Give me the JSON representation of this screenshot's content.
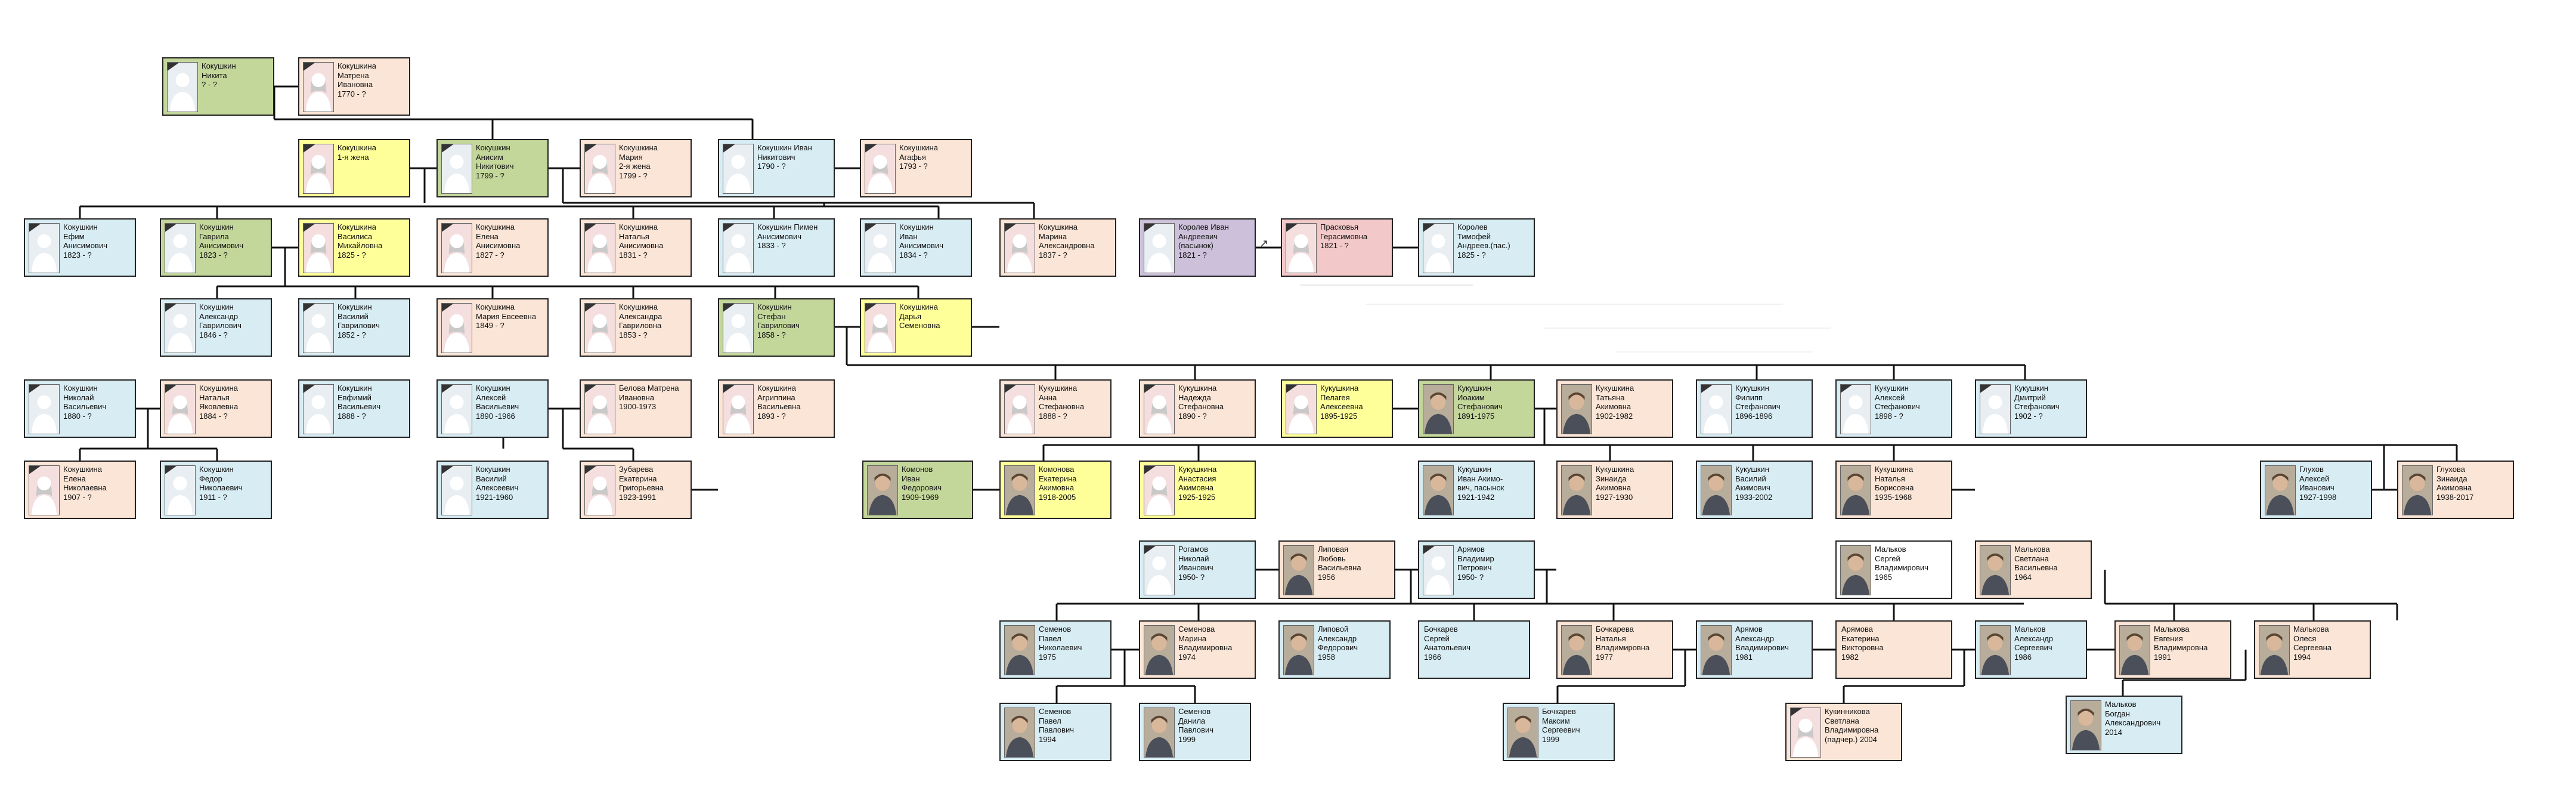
{
  "palette": {
    "male": "#d7ecf3",
    "female": "#fbe5d6",
    "direct_line": "#c4d79b",
    "spouse": "#ffff99",
    "purple": "#ccc0da",
    "rose": "#f2c8c8"
  },
  "people": [
    {
      "id": "p1",
      "color": "green",
      "photo": "silhouette",
      "lines": [
        "Кокушкин",
        "Никита",
        "? - ?"
      ]
    },
    {
      "id": "p2",
      "color": "pink",
      "photo": "silhouette-f",
      "lines": [
        "Кокушкина",
        "Матрена",
        "Ивановна",
        "1770 - ?"
      ]
    },
    {
      "id": "p3",
      "color": "yellow",
      "photo": "silhouette-f",
      "lines": [
        "Кокушкина",
        "1-я жена"
      ]
    },
    {
      "id": "p4",
      "color": "green",
      "photo": "silhouette",
      "lines": [
        "Кокушкин",
        "Анисим",
        "Никитович",
        "1799 - ?"
      ]
    },
    {
      "id": "p5",
      "color": "pink",
      "photo": "silhouette-f",
      "lines": [
        "Кокушкина",
        "Мария",
        "2-я жена",
        "1799 - ?"
      ]
    },
    {
      "id": "p6",
      "color": "blue",
      "photo": "silhouette",
      "lines": [
        "Кокушкин   Иван",
        "Никитович",
        "1790 - ?"
      ]
    },
    {
      "id": "p7",
      "color": "pink",
      "photo": "silhouette-f",
      "lines": [
        "Кокушкина",
        "Агафья",
        "1793 - ?"
      ]
    },
    {
      "id": "p8",
      "color": "blue",
      "photo": "silhouette",
      "lines": [
        "Кокушкин",
        "Ефим",
        "Анисимович",
        "1823 - ?"
      ]
    },
    {
      "id": "p9",
      "color": "green",
      "photo": "silhouette",
      "lines": [
        "Кокушкин",
        "Гаврила",
        "Анисимович",
        "1823 - ?"
      ]
    },
    {
      "id": "p10",
      "color": "yellow",
      "photo": "silhouette-f",
      "lines": [
        "Кокушкина",
        "Василиса",
        "Михайловна",
        "1825 - ?"
      ]
    },
    {
      "id": "p11",
      "color": "pink",
      "photo": "silhouette-f",
      "lines": [
        "Кокушкина",
        "Елена",
        "Анисимовна",
        "1827 - ?"
      ]
    },
    {
      "id": "p12",
      "color": "pink",
      "photo": "silhouette-f",
      "lines": [
        "Кокушкина",
        "Наталья",
        "Анисимовна",
        "1831 - ?"
      ]
    },
    {
      "id": "p13",
      "color": "blue",
      "photo": "silhouette",
      "lines": [
        "Кокушкин   Пимен",
        "Анисимович",
        "1833 - ?"
      ]
    },
    {
      "id": "p14",
      "color": "blue",
      "photo": "silhouette",
      "lines": [
        "Кокушкин",
        "Иван",
        "Анисимович",
        "1834 - ?"
      ]
    },
    {
      "id": "p15",
      "color": "pink",
      "photo": "silhouette-f",
      "lines": [
        "Кокушкина",
        "Марина",
        "Александровна",
        "1837 - ?"
      ]
    },
    {
      "id": "p16",
      "color": "purple",
      "photo": "silhouette",
      "lines": [
        "Королев Иван",
        "Андреевич",
        "(пасынок)",
        "1821 - ?"
      ]
    },
    {
      "id": "p17",
      "color": "rose",
      "photo": "silhouette-f",
      "lines": [
        "Прасковья",
        "Герасимовна",
        "1821 - ?"
      ]
    },
    {
      "id": "p18",
      "color": "blue",
      "photo": "silhouette",
      "lines": [
        "Королев",
        "Тимофей",
        "Андреев.(пас.)",
        "1825 - ?"
      ]
    },
    {
      "id": "p19",
      "color": "blue",
      "photo": "silhouette",
      "lines": [
        "Кокушкин",
        "Александр",
        "Гаврилович",
        "1846 - ?"
      ]
    },
    {
      "id": "p20",
      "color": "blue",
      "photo": "silhouette",
      "lines": [
        "Кокушкин",
        "Василий",
        "Гаврилович",
        "1852 - ?"
      ]
    },
    {
      "id": "p21",
      "color": "pink",
      "photo": "silhouette-f",
      "lines": [
        "Кокушкина",
        "Мария Евсеевна",
        "1849 - ?"
      ]
    },
    {
      "id": "p22",
      "color": "pink",
      "photo": "silhouette-f",
      "lines": [
        "Кокушкина",
        "Александра",
        "Гавриловна",
        "1853 - ?"
      ]
    },
    {
      "id": "p23",
      "color": "green",
      "photo": "silhouette",
      "lines": [
        "Кокушкин",
        "Стефан",
        "Гаврилович",
        "1858 - ?"
      ]
    },
    {
      "id": "p24",
      "color": "yellow",
      "photo": "silhouette-f",
      "lines": [
        "Кокушкина",
        "Дарья",
        "Семеновна"
      ]
    },
    {
      "id": "p25",
      "color": "blue",
      "photo": "silhouette",
      "lines": [
        "Кокушкин",
        "Николай",
        "Васильевич",
        "1880 - ?"
      ]
    },
    {
      "id": "p26",
      "color": "pink",
      "photo": "silhouette-f",
      "lines": [
        "Кокушкина",
        "Наталья",
        "Яковлевна",
        "1884 - ?"
      ]
    },
    {
      "id": "p27",
      "color": "blue",
      "photo": "silhouette",
      "lines": [
        "Кокушкин",
        "Евфимий",
        "Васильевич",
        "1888 - ?"
      ]
    },
    {
      "id": "p28",
      "color": "blue",
      "photo": "silhouette",
      "lines": [
        "Кокушкин",
        "Алексей",
        "Васильевич",
        "1890 -1966"
      ]
    },
    {
      "id": "p29",
      "color": "pink",
      "photo": "silhouette-f",
      "lines": [
        "Белова Матрена",
        "Ивановна",
        "1900-1973"
      ]
    },
    {
      "id": "p30",
      "color": "pink",
      "photo": "silhouette-f",
      "lines": [
        "Кокушкина",
        "Агриппина",
        "Васильевна",
        "1893 - ?"
      ]
    },
    {
      "id": "p31",
      "color": "pink",
      "photo": "silhouette-f",
      "lines": [
        "Кукушкина",
        "Анна",
        "Стефановна",
        "1888 - ?"
      ]
    },
    {
      "id": "p32",
      "color": "pink",
      "photo": "silhouette-f",
      "lines": [
        "Кукушкина",
        "Надежда",
        "Стефановна",
        "1890 - ?"
      ]
    },
    {
      "id": "p33",
      "color": "yellow",
      "photo": "silhouette-f",
      "lines": [
        "Кукушкина",
        "Пелагея",
        "Алексеевна",
        "1895-1925"
      ]
    },
    {
      "id": "p34",
      "color": "green",
      "photo": "portrait",
      "lines": [
        "Кукушкин",
        "Иоаким",
        "Стефанович",
        "1891-1975"
      ]
    },
    {
      "id": "p35",
      "color": "pink",
      "photo": "portrait",
      "lines": [
        "Кукушкина",
        "Татьяна",
        "Акимовна",
        "1902-1982"
      ]
    },
    {
      "id": "p36",
      "color": "blue",
      "photo": "silhouette",
      "lines": [
        "Кукушкин",
        "Филипп",
        "Стефанович",
        "1896-1896"
      ]
    },
    {
      "id": "p37",
      "color": "blue",
      "photo": "silhouette",
      "lines": [
        "Кукушкин",
        "Алексей",
        "Стефанович",
        "1898 - ?"
      ]
    },
    {
      "id": "p38",
      "color": "blue",
      "photo": "silhouette",
      "lines": [
        "Кукушкин",
        "Дмитрий",
        "Стефанович",
        "1902 - ?"
      ]
    },
    {
      "id": "p39",
      "color": "pink",
      "photo": "silhouette-f",
      "lines": [
        "Кокушкина",
        "Елена",
        "Николаевна",
        "1907 - ?"
      ]
    },
    {
      "id": "p40",
      "color": "blue",
      "photo": "silhouette",
      "lines": [
        "Кокушкин",
        "Федор",
        "Николаевич",
        "1911 - ?"
      ]
    },
    {
      "id": "p41",
      "color": "blue",
      "photo": "silhouette",
      "lines": [
        "Кокушкин",
        "Василий",
        "Алексеевич",
        "1921-1960"
      ]
    },
    {
      "id": "p42",
      "color": "pink",
      "photo": "silhouette-f",
      "lines": [
        "Зубарева",
        "Екатерина",
        "Григорьевна",
        "1923-1991"
      ]
    },
    {
      "id": "p43",
      "color": "green",
      "photo": "portrait",
      "lines": [
        "Комонов",
        "Иван",
        "Федорович",
        "1909-1969"
      ]
    },
    {
      "id": "p44",
      "color": "yellow",
      "photo": "portrait",
      "lines": [
        "Комонова",
        "Екатерина",
        "Акимовна",
        "1918-2005"
      ]
    },
    {
      "id": "p45",
      "color": "yellow",
      "photo": "silhouette-f",
      "lines": [
        "Кукушкина",
        "Анастасия",
        "Акимовна",
        "1925-1925"
      ]
    },
    {
      "id": "p46",
      "color": "blue",
      "photo": "portrait",
      "lines": [
        "Кукушкин",
        "Иван Акимо-",
        "вич, пасынок",
        "1921-1942"
      ]
    },
    {
      "id": "p47",
      "color": "pink",
      "photo": "portrait",
      "lines": [
        "Кукушкина",
        "Зинаида",
        "Акимовна",
        "1927-1930"
      ]
    },
    {
      "id": "p48",
      "color": "blue",
      "photo": "portrait",
      "lines": [
        "Кукушкин",
        "Василий",
        "Акимович",
        "1933-2002"
      ]
    },
    {
      "id": "p49",
      "color": "pink",
      "photo": "portrait",
      "lines": [
        "Кукушкина",
        "Наталья",
        "Борисовна",
        "1935-1968"
      ]
    },
    {
      "id": "p50",
      "color": "blue",
      "photo": "portrait",
      "lines": [
        "Глухов",
        "Алексей",
        "Иванович",
        "1927-1998"
      ]
    },
    {
      "id": "p51",
      "color": "pink",
      "photo": "portrait",
      "lines": [
        "Глухова",
        "Зинаида",
        "Акимовна",
        "1938-2017"
      ]
    },
    {
      "id": "p52",
      "color": "blue",
      "photo": "silhouette",
      "lines": [
        "Рогамов",
        "Николай",
        "Иванович",
        "1950- ?"
      ]
    },
    {
      "id": "p53",
      "color": "pink",
      "photo": "portrait",
      "lines": [
        "Липовая",
        "Любовь",
        "Васильевна",
        "1956"
      ]
    },
    {
      "id": "p54",
      "color": "blue",
      "photo": "silhouette",
      "lines": [
        "Арямов",
        "Владимир",
        "Петрович",
        "1950- ?"
      ]
    },
    {
      "id": "p55",
      "color": "white",
      "photo": "portrait",
      "lines": [
        "Мальков",
        "Сергей",
        "Владимирович",
        "1965"
      ]
    },
    {
      "id": "p56",
      "color": "pink",
      "photo": "portrait",
      "lines": [
        "Малькова",
        "Светлана",
        "Васильевна",
        "1964"
      ]
    },
    {
      "id": "p57",
      "color": "blue",
      "photo": "portrait",
      "lines": [
        "Семенов",
        "Павел",
        "Николаевич",
        "1975"
      ]
    },
    {
      "id": "p58",
      "color": "pink",
      "photo": "portrait",
      "lines": [
        "Семенова",
        "Марина",
        "Владимировна",
        "1974"
      ]
    },
    {
      "id": "p59",
      "color": "blue",
      "photo": "portrait",
      "lines": [
        "Липовой",
        "Александр",
        "Федорович",
        "1958"
      ]
    },
    {
      "id": "p60",
      "color": "blue",
      "photo": "none",
      "lines": [
        "Бочкарев",
        "Сергей",
        "Анатольевич",
        "1966"
      ]
    },
    {
      "id": "p61",
      "color": "pink",
      "photo": "portrait",
      "lines": [
        "Бочкарева",
        "Наталья",
        "Владимировна",
        "1977"
      ]
    },
    {
      "id": "p62",
      "color": "blue",
      "photo": "portrait",
      "lines": [
        "Арямов",
        "Александр",
        "Владимирович",
        "1981"
      ]
    },
    {
      "id": "p63",
      "color": "pink",
      "photo": "none",
      "lines": [
        "Арямова",
        "Екатерина",
        "Викторовна",
        "1982"
      ]
    },
    {
      "id": "p64",
      "color": "blue",
      "photo": "portrait",
      "lines": [
        "Мальков",
        "Александр",
        "Сергеевич",
        "1986"
      ]
    },
    {
      "id": "p65",
      "color": "pink",
      "photo": "portrait",
      "lines": [
        "Малькова",
        "Евгения",
        "Владимировна",
        "1991"
      ]
    },
    {
      "id": "p66",
      "color": "pink",
      "photo": "portrait",
      "lines": [
        "Малькова",
        "Олеся",
        "Сергеевна",
        "1994"
      ]
    },
    {
      "id": "p67",
      "color": "blue",
      "photo": "portrait",
      "lines": [
        "Семенов",
        "Павел",
        "Павлович",
        "1994"
      ]
    },
    {
      "id": "p68",
      "color": "blue",
      "photo": "portrait",
      "lines": [
        "Семенов",
        "Данила",
        "Павлович",
        "1999"
      ]
    },
    {
      "id": "p69",
      "color": "blue",
      "photo": "portrait",
      "lines": [
        "Бочкарев",
        "Максим",
        "Сергеевич",
        "1999"
      ]
    },
    {
      "id": "p70",
      "color": "pink",
      "photo": "silhouette-f",
      "lines": [
        "Кукинникова",
        "Светлана",
        "Владимировна",
        "(падчер.)  2004"
      ]
    },
    {
      "id": "p71",
      "color": "blue",
      "photo": "portrait",
      "lines": [
        "Мальков",
        "Богдан",
        "Александрович",
        "2014"
      ]
    }
  ]
}
